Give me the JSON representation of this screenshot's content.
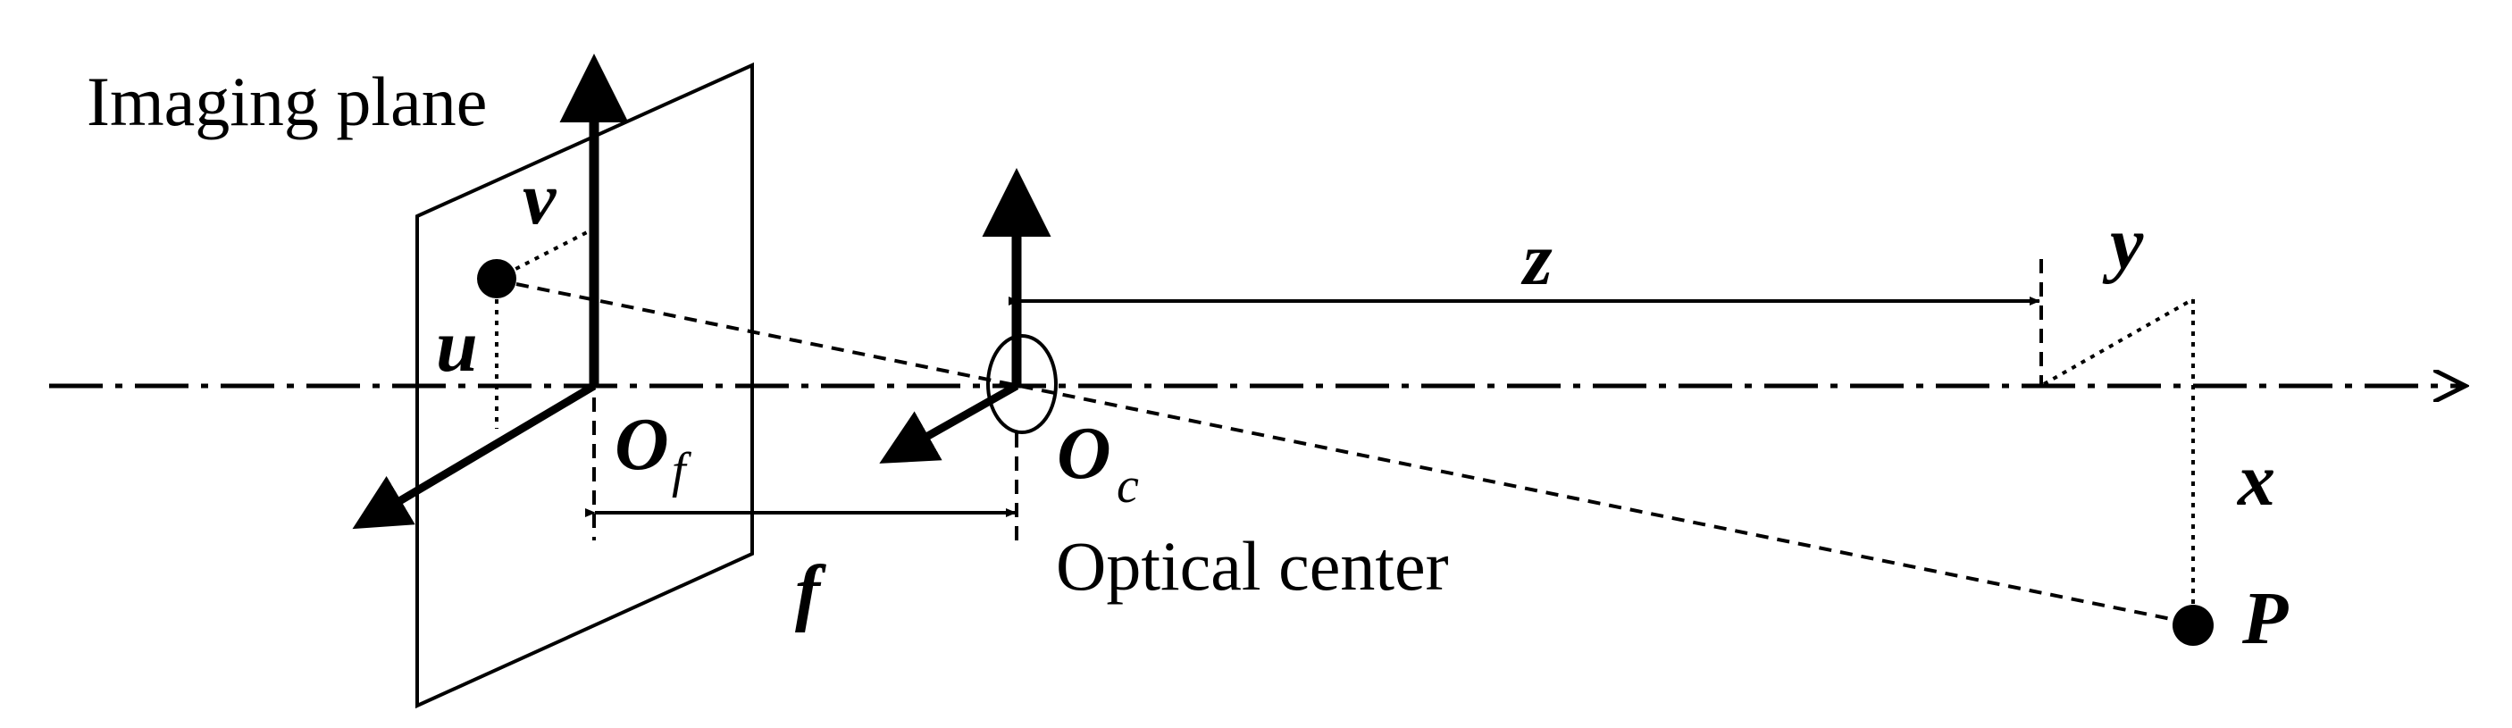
{
  "labels": {
    "imaging_plane": "Imaging plane",
    "optical_center": "Optical center",
    "v": "v",
    "u": "u",
    "z": "z",
    "y": "y",
    "x": "x",
    "f": "f",
    "P": "P",
    "O_f": "O",
    "O_f_sub": "f",
    "O_c": "O",
    "O_c_sub": "c"
  }
}
